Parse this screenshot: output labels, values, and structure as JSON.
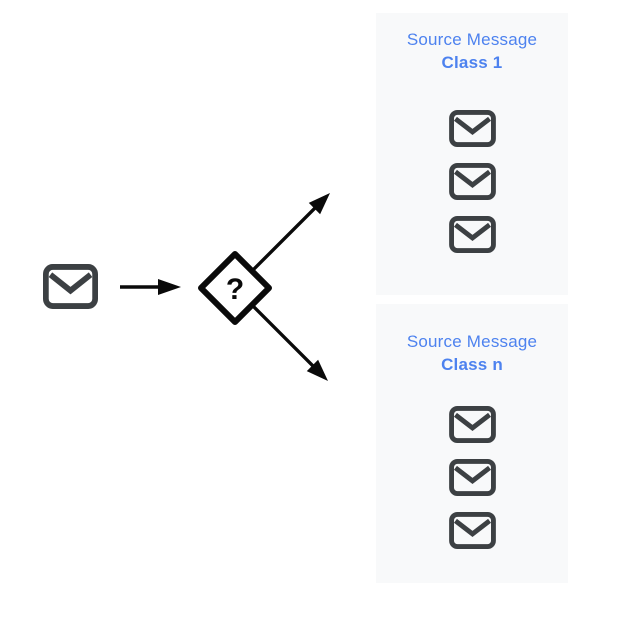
{
  "diagram": {
    "classifier": {
      "symbol": "?"
    },
    "groups": [
      {
        "title_line1": "Source Message",
        "title_line2": "Class 1",
        "message_count": 3
      },
      {
        "title_line1": "Source Message",
        "title_line2": "Class n",
        "message_count": 3
      }
    ],
    "colors": {
      "title_blue": "#4d82ef",
      "panel_bg": "#f8f9fa",
      "envelope_gray": "#3c4043",
      "line_black": "#0a0a0a",
      "canvas_bg": "#ffffff"
    }
  }
}
